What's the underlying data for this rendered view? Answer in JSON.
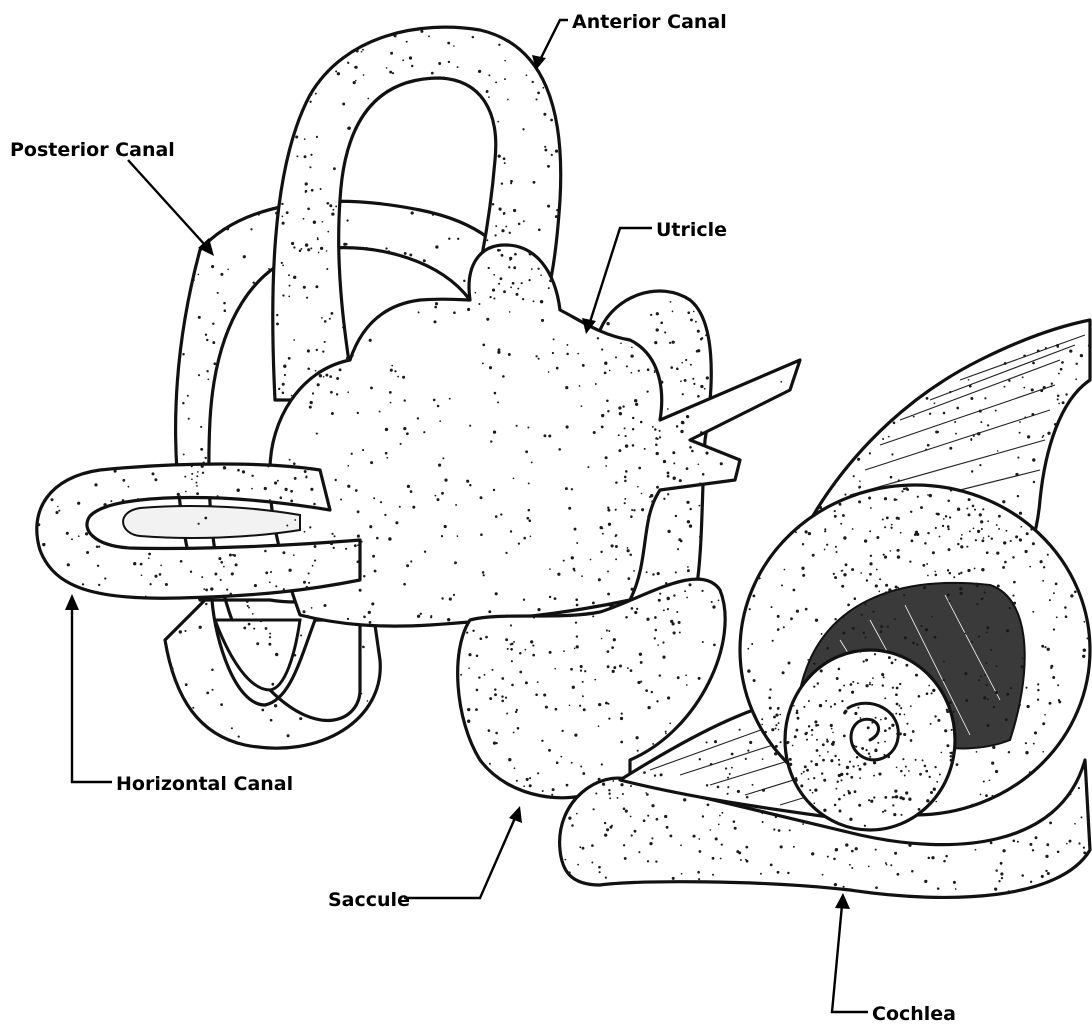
{
  "diagram": {
    "labels": {
      "anterior_canal": "Anterior Canal",
      "posterior_canal": "Posterior Canal",
      "utricle": "Utricle",
      "horizontal_canal": "Horizontal Canal",
      "saccule": "Saccule",
      "cochlea": "Cochlea"
    },
    "colors": {
      "ink": "#111111",
      "paper": "#ffffff"
    }
  }
}
